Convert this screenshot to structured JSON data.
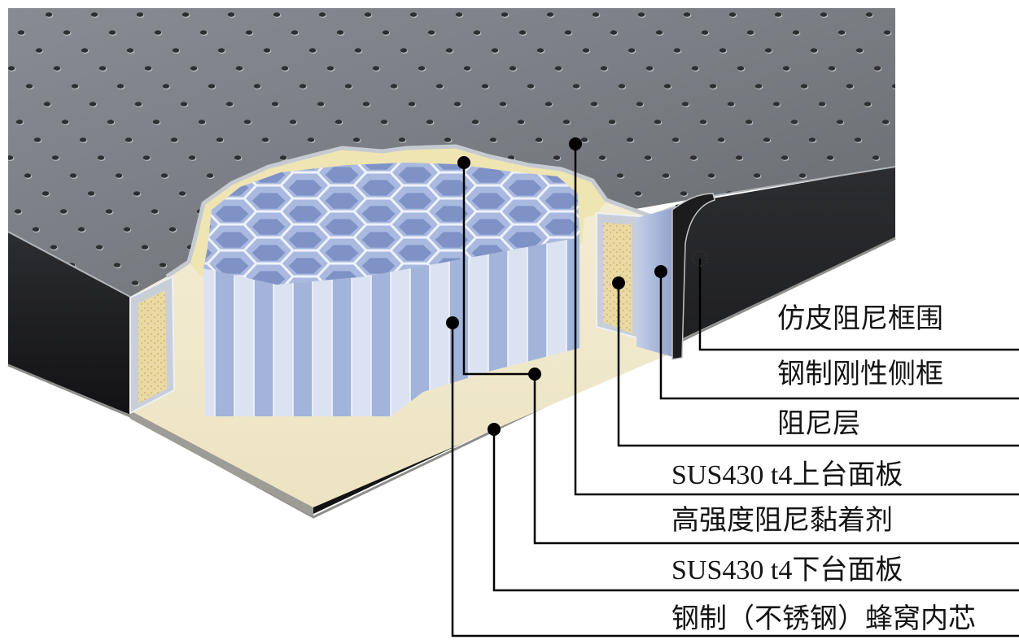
{
  "labels": [
    {
      "text": "仿皮阻尼框围"
    },
    {
      "text": "钢制刚性侧框"
    },
    {
      "text": "阻尼层"
    },
    {
      "text": "SUS430 t4上台面板"
    },
    {
      "text": "高强度阻尼黏着剂"
    },
    {
      "text": "SUS430 t4下台面板"
    },
    {
      "text": "钢制（不锈钢）蜂窝内芯"
    }
  ],
  "colors": {
    "leader_line": "#000000",
    "table_top": "#7a7e84",
    "table_side": "#1c1d1f",
    "honeycomb": "#a9b9e0",
    "damping_layer": "#ead9a2",
    "adhesive": "#efe5b3"
  }
}
